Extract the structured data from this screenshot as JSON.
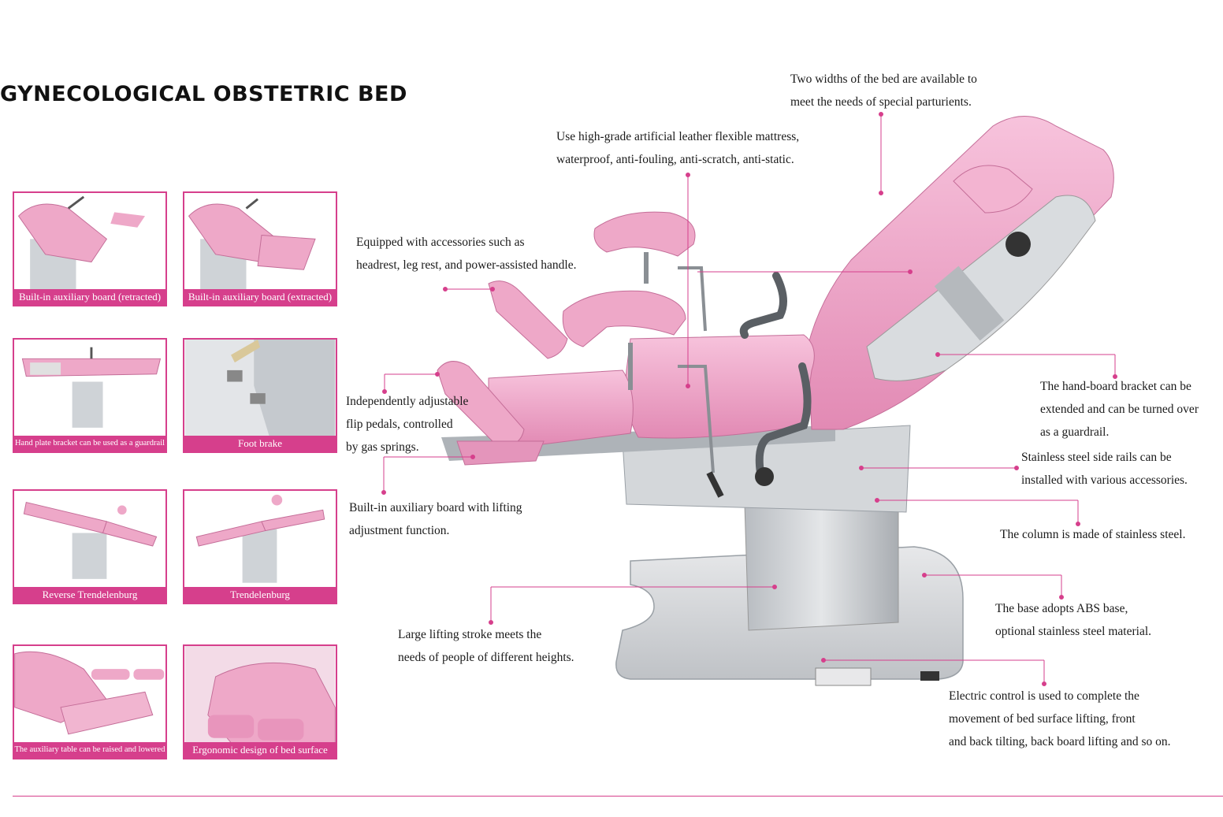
{
  "page": {
    "title": "GYNECOLOGICAL OBSTETRIC BED",
    "accent_color": "#d63f8c",
    "bed_pink": "#eea8c8",
    "steel_gray": "#c9ccd0"
  },
  "thumbnails": [
    {
      "caption": "Built-in auxiliary board (retracted)"
    },
    {
      "caption": "Built-in auxiliary board (extracted)"
    },
    {
      "caption": "Hand plate bracket can be used as a guardrail"
    },
    {
      "caption": "Foot brake"
    },
    {
      "caption": "Reverse Trendelenburg"
    },
    {
      "caption": "Trendelenburg"
    },
    {
      "caption": "The auxiliary table can be raised and lowered"
    },
    {
      "caption": "Ergonomic design of bed surface"
    }
  ],
  "annotations": {
    "widths": [
      "Two widths of the bed are available to",
      "meet the needs of special parturients."
    ],
    "mattress": [
      "Use high-grade artificial leather flexible mattress,",
      "waterproof, anti-fouling, anti-scratch, anti-static."
    ],
    "accessories": [
      "Equipped with accessories such as",
      "headrest, leg rest, and power-assisted handle."
    ],
    "pedals": [
      "Independently adjustable",
      "flip pedals, controlled",
      "by gas springs."
    ],
    "aux_board": [
      "Built-in auxiliary board with lifting",
      "adjustment function."
    ],
    "lifting": [
      "Large lifting stroke meets the",
      "needs of people of different heights."
    ],
    "hand_board": [
      "The hand-board bracket can be",
      "extended and can be turned over",
      "as a guardrail."
    ],
    "side_rails": [
      "Stainless steel side rails can be",
      "installed with various accessories."
    ],
    "column": [
      "The column is made of stainless steel."
    ],
    "base": [
      "The base adopts ABS base,",
      "optional stainless steel material."
    ],
    "electric": [
      "Electric control is used to complete the",
      "movement of bed surface lifting, front",
      "and back tilting, back board lifting and so on."
    ]
  }
}
